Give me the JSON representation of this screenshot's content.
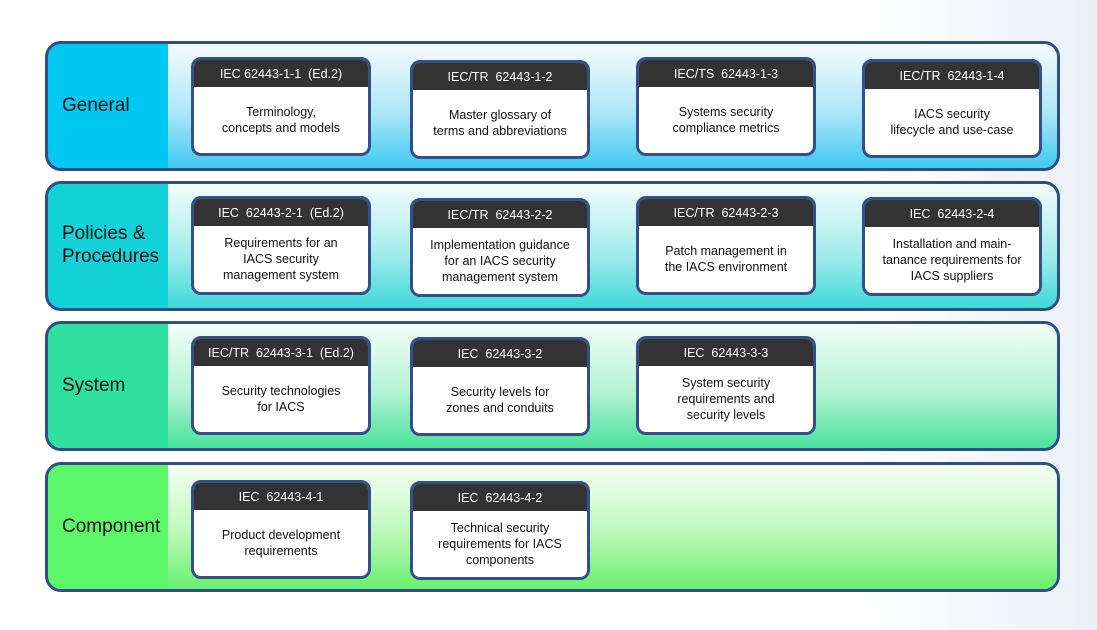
{
  "rows": [
    {
      "label": "General",
      "cards": [
        {
          "id": "IEC 62443-1-1  (Ed.2)",
          "text": "Terminology,\nconcepts and models"
        },
        {
          "id": "IEC/TR  62443-1-2",
          "text": "Master glossary of\nterms and abbreviations"
        },
        {
          "id": "IEC/TS  62443-1-3",
          "text": "Systems security\ncompliance metrics"
        },
        {
          "id": "IEC/TR  62443-1-4",
          "text": "IACS security\nlifecycle and use-case"
        }
      ]
    },
    {
      "label": "Policies &\nProcedures",
      "cards": [
        {
          "id": "IEC  62443-2-1  (Ed.2)",
          "text": "Requirements for an\nIACS security\nmanagement system"
        },
        {
          "id": "IEC/TR  62443-2-2",
          "text": "Implementation guidance\nfor an IACS security\nmanagement system"
        },
        {
          "id": "IEC/TR  62443-2-3",
          "text": "Patch management in\nthe IACS environment"
        },
        {
          "id": "IEC  62443-2-4",
          "text": "Installation and main-\ntanance requirements for\nIACS suppliers"
        }
      ]
    },
    {
      "label": "System",
      "cards": [
        {
          "id": "IEC/TR  62443-3-1  (Ed.2)",
          "text": "Security technologies\nfor IACS"
        },
        {
          "id": "IEC  62443-3-2",
          "text": "Security levels for\nzones and conduits"
        },
        {
          "id": "IEC  62443-3-3",
          "text": "System security\nrequirements  and\nsecurity levels"
        }
      ]
    },
    {
      "label": "Component",
      "cards": [
        {
          "id": "IEC  62443-4-1",
          "text": "Product development\nrequirements"
        },
        {
          "id": "IEC  62443-4-2",
          "text": "Technical security\nrequirements for IACS\ncomponents"
        }
      ]
    }
  ]
}
